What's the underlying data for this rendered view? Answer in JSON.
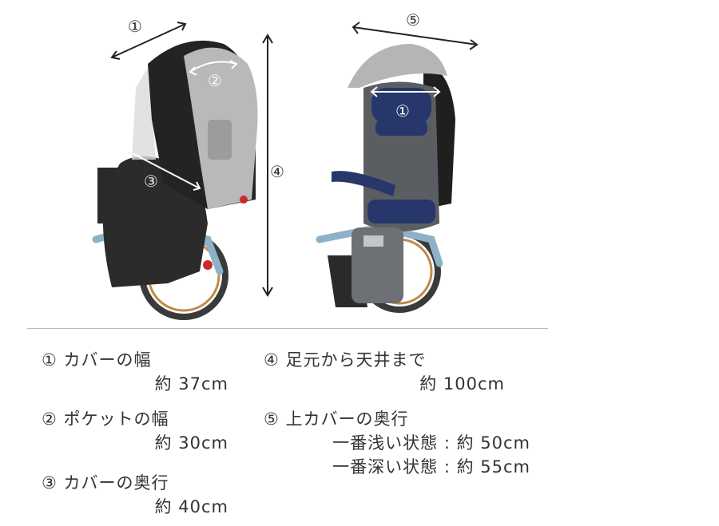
{
  "photos": {
    "left_alt": "rear cover closed side view",
    "right_alt": "rear cover open front view",
    "markers": {
      "m1": "①",
      "m2": "②",
      "m3": "③",
      "m4": "④",
      "m5": "⑤"
    }
  },
  "specs": [
    {
      "label": "① カバーの幅",
      "value": "約 37cm"
    },
    {
      "label": "② ポケットの幅",
      "value": "約 30cm"
    },
    {
      "label": "③ カバーの奥行",
      "value": "約 40cm"
    },
    {
      "label": "④ 足元から天井まで",
      "value": "約 100cm"
    },
    {
      "label": "⑤ 上カバーの奥行",
      "values": [
        "一番浅い状態 : 約 50cm",
        "一番深い状態 : 約 55cm"
      ]
    }
  ],
  "colors": {
    "cover_dark": "#2b2b2b",
    "cover_gray": "#b7b9bb",
    "frame_blue": "#8db2c8",
    "seat_gray": "#5a5d62",
    "seat_navy": "#27376b",
    "arrow": "#222222"
  }
}
